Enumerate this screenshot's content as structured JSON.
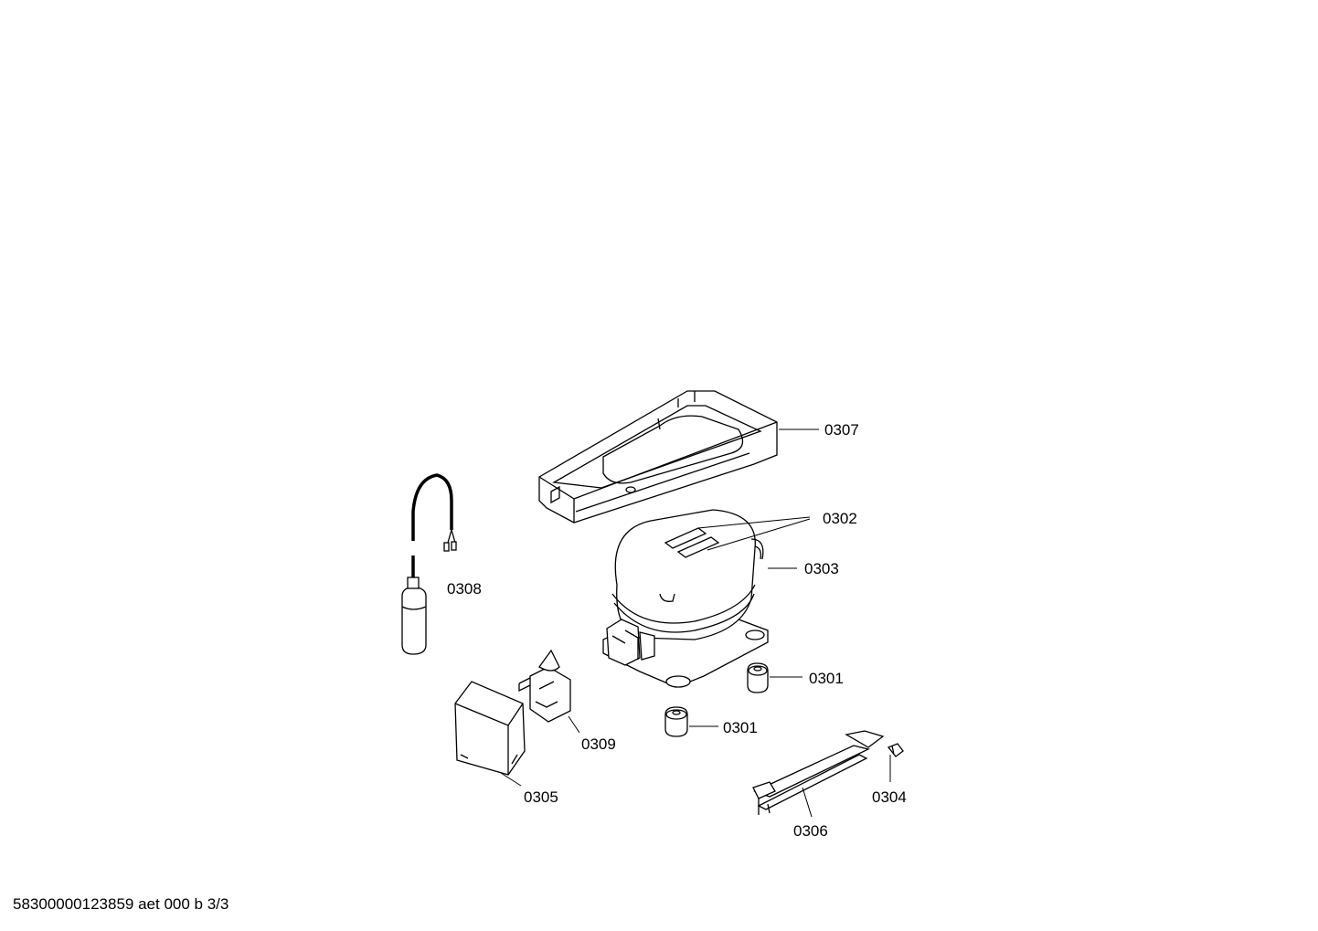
{
  "document_id": "58300000123859 aet 000 b 3/3",
  "colors": {
    "ink": "#000000",
    "paper": "#ffffff"
  },
  "parts": [
    {
      "label": "0307",
      "name": "compressor-tray"
    },
    {
      "label": "0302",
      "name": "compressor-label-plate"
    },
    {
      "label": "0303",
      "name": "compressor"
    },
    {
      "label": "0308",
      "name": "capacitor-with-cable"
    },
    {
      "label": "0301",
      "name": "rubber-grommet"
    },
    {
      "label": "0301",
      "name": "rubber-grommet"
    },
    {
      "label": "0309",
      "name": "relay-starter"
    },
    {
      "label": "0305",
      "name": "terminal-cover"
    },
    {
      "label": "0304",
      "name": "clip"
    },
    {
      "label": "0306",
      "name": "mounting-rail"
    }
  ]
}
